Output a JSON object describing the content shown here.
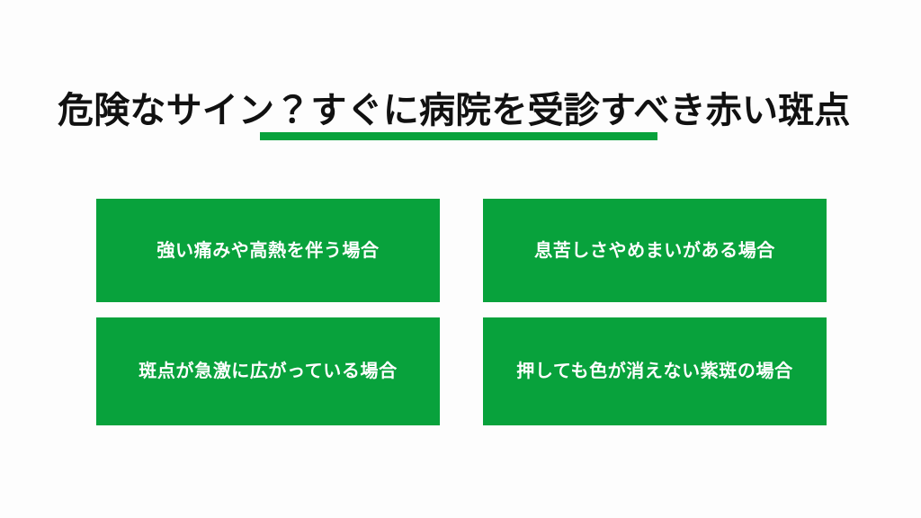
{
  "slide": {
    "background_color": "#fdfdfd",
    "accent_color": "#08a23c",
    "title_color": "#111111",
    "title": "危険なサイン？すぐに病院を受診すべき赤い斑点",
    "accent_bar": {
      "name": "title-underline-bar"
    },
    "cards": [
      {
        "label": "強い痛みや高熱を伴う場合"
      },
      {
        "label": "息苦しさやめまいがある場合"
      },
      {
        "label": "斑点が急激に広がっている場合"
      },
      {
        "label": "押しても色が消えない紫斑の場合"
      }
    ]
  }
}
